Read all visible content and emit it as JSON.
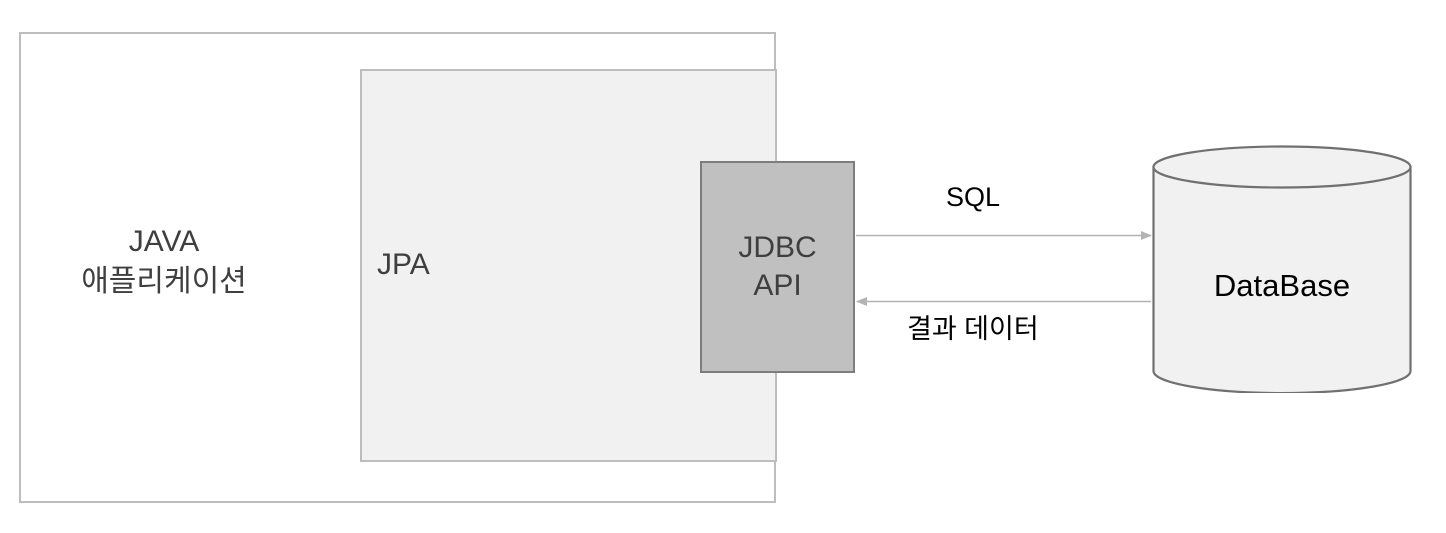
{
  "diagram": {
    "title": "JPA / JDBC / DataBase layer diagram",
    "java_app": {
      "label": "JAVA\n애플리케이션",
      "border_color": "#bdbdbd",
      "fill_color": "#ffffff"
    },
    "jpa": {
      "label": "JPA",
      "border_color": "#bdbdbd",
      "fill_color": "#f1f1f1"
    },
    "jdbc": {
      "label": "JDBC\nAPI",
      "border_color": "#7d7d7d",
      "fill_color": "#c0c0c0"
    },
    "database": {
      "label": "DataBase",
      "border_color": "#707070",
      "fill_color": "#f1f1f1",
      "shape": "cylinder"
    },
    "arrows": [
      {
        "name": "sql-arrow",
        "label": "SQL",
        "direction": "jdbc-to-database",
        "color": "#b3b3b3"
      },
      {
        "name": "result-data-arrow",
        "label": "결과 데이터",
        "direction": "database-to-jdbc",
        "color": "#b3b3b3"
      }
    ]
  }
}
